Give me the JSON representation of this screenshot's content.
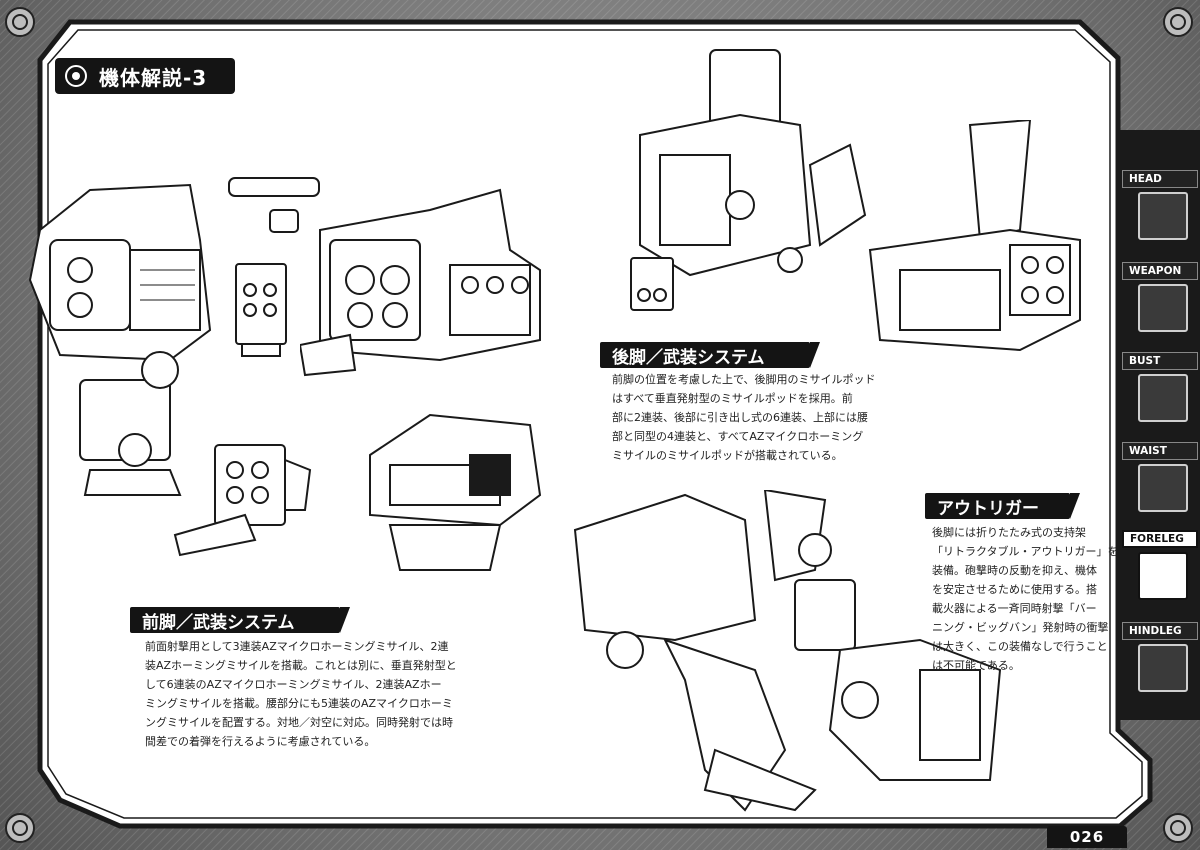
{
  "page": {
    "title": "機体解説-3",
    "page_number": "026"
  },
  "sections": {
    "foreleg": {
      "heading": "前脚／武装システム",
      "lines": [
        "前面射撃用として3連装AZマイクロホーミングミサイル、2連",
        "装AZホーミングミサイルを搭載。これとは別に、垂直発射型と",
        "して6連装のAZマイクロホーミングミサイル、2連装AZホー",
        "ミングミサイルを搭載。腰部分にも5連装のAZマイクロホーミ",
        "ングミサイルを配置する。対地／対空に対応。同時発射では時",
        "間差での着弾を行えるように考慮されている。"
      ]
    },
    "hindleg": {
      "heading": "後脚／武装システム",
      "lines": [
        "前脚の位置を考慮した上で、後脚用のミサイルポッド",
        "はすべて垂直発射型のミサイルポッドを採用。前",
        "部に2連装、後部に引き出し式の6連装、上部には腰",
        "部と同型の4連装と、すべてAZマイクロホーミング",
        "ミサイルのミサイルポッドが搭載されている。"
      ]
    },
    "outrigger": {
      "heading": "アウトリガー",
      "lines": [
        "後脚には折りたたみ式の支持架",
        "「リトラクタブル・アウトリガー」を",
        "装備。砲撃時の反動を抑え、機体",
        "を安定させるために使用する。搭",
        "載火器による一斉同時射撃「バー",
        "ニング・ビッグバン」発射時の衝撃",
        "は大きく、この装備なしで行うこと",
        "は不可能である。"
      ]
    }
  },
  "nav": [
    {
      "label": "HEAD",
      "active": false
    },
    {
      "label": "WEAPON",
      "active": false
    },
    {
      "label": "BUST",
      "active": false
    },
    {
      "label": "WAIST",
      "active": false
    },
    {
      "label": "FORELEG",
      "active": true
    },
    {
      "label": "HINDLEG",
      "active": false
    }
  ]
}
